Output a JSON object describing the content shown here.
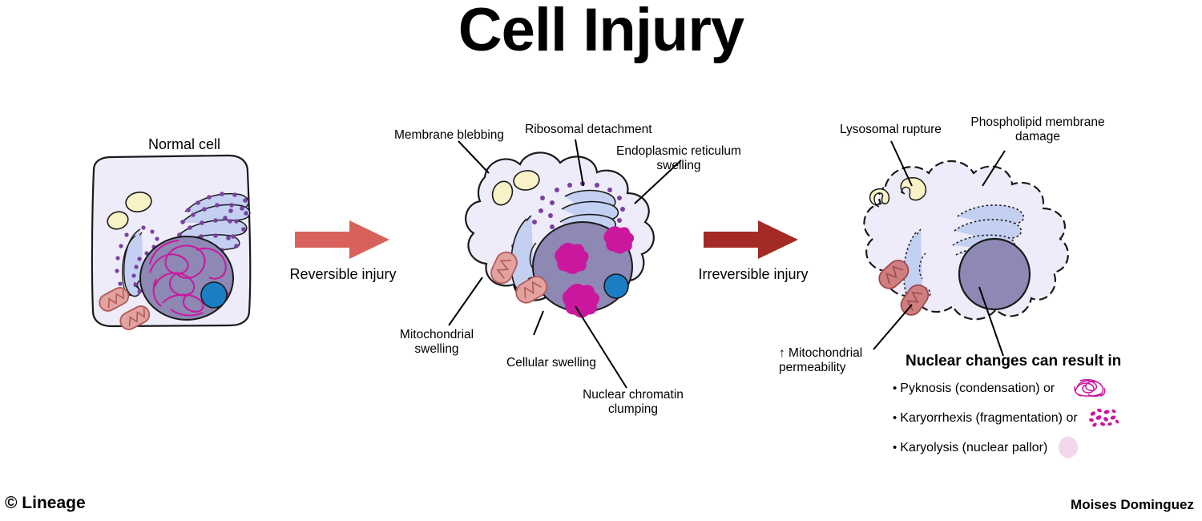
{
  "title": "Cell Injury",
  "footer": {
    "left": "© Lineage",
    "right": "Moises Dominguez"
  },
  "stages": [
    {
      "id": "normal",
      "name": "Normal cell",
      "labels": []
    },
    {
      "id": "reversible",
      "name": "",
      "labels": [
        {
          "key": "membrane-blebbing",
          "text": "Membrane blebbing"
        },
        {
          "key": "ribosomal-detachment",
          "text": "Ribosomal detachment"
        },
        {
          "key": "er-swelling",
          "text": "Endoplasmic reticulum\nswelling"
        },
        {
          "key": "mitochondrial-swelling",
          "text": "Mitochondrial\nswelling"
        },
        {
          "key": "cellular-swelling",
          "text": "Cellular swelling"
        },
        {
          "key": "nuclear-chromatin-clumping",
          "text": "Nuclear chromatin\nclumping"
        }
      ]
    },
    {
      "id": "irreversible",
      "name": "",
      "labels": [
        {
          "key": "lysosomal-rupture",
          "text": "Lysosomal rupture"
        },
        {
          "key": "phospholipid-membrane-damage",
          "text": "Phospholipid membrane\ndamage"
        },
        {
          "key": "mitochondrial-permeability",
          "text": "↑ Mitochondrial\npermeability"
        }
      ]
    }
  ],
  "arrows": [
    {
      "key": "reversible-injury",
      "label": "Reversible injury",
      "color": "#d9615c"
    },
    {
      "key": "irreversible-injury",
      "label": "Irreversible injury",
      "color": "#a42a26"
    }
  ],
  "nuclear_changes": {
    "heading": "Nuclear changes can result in",
    "items": [
      {
        "key": "pyknosis",
        "text": "Pyknosis (condensation) or",
        "icon": "chromatin-tangle-icon"
      },
      {
        "key": "karyorrhexis",
        "text": "Karyorrhexis (fragmentation) or",
        "icon": "chromatin-fragments-icon"
      },
      {
        "key": "karyolysis",
        "text": "Karyolysis (nuclear pallor)",
        "icon": "pale-nucleus-icon"
      }
    ]
  },
  "colors": {
    "cytoplasm": "#eeecfa",
    "nucleus": "#8e88b4",
    "nucleolus": "#1b7ec4",
    "chromatin": "#c9189e",
    "er": "#c3d0f2",
    "ribosome": "#7b3fa0",
    "mitochondria": "#e2a2a0",
    "mitochondria_line": "#b05a57",
    "lysosome": "#f7f0c2",
    "outline": "#1a1a1a",
    "arrow_light": "#d9615c",
    "arrow_dark": "#a42a26"
  }
}
